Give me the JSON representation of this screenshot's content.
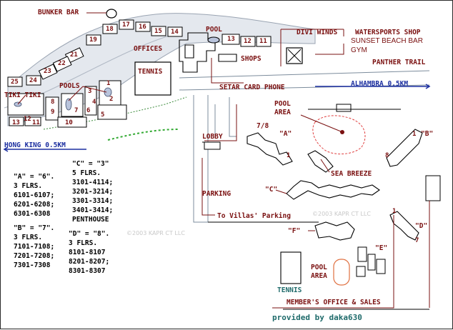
{
  "labels": {
    "bunker_bar": "BUNKER BAR",
    "pool_top": "POOL",
    "divi_winds": "DIVI WINDS",
    "watersports_shop": "WATERSPORTS SHOP",
    "sunset_beach_bar": "SUNSET BEACH BAR",
    "gym": "GYM",
    "offices": "OFFICES",
    "shops": "SHOPS",
    "tennis_top": "TENNIS",
    "panther_trail": "PANTHER TRAIL",
    "setar_card_phone": "SETAR CARD PHONE",
    "alhambra": "ALHAMBRA 0.5KM",
    "pools_left": "POOLS",
    "tiki_tiki": "TIKI TIKI",
    "pool_area": "POOL",
    "pool_area_2": "AREA",
    "lobby": "LOBBY",
    "hong_king": "HONG KING 0.5KM",
    "sea_breeze": "SEA BREEZE",
    "parking": "PARKING",
    "to_villas": "To Villas' Parking",
    "bldg_a": "\"A\"",
    "bldg_b": "\"B\"",
    "bldg_c": "\"C\"",
    "bldg_d": "\"D\"",
    "bldg_e": "\"E\"",
    "bldg_f": "\"F\"",
    "label_78": "7/8",
    "pool_area_low": "POOL",
    "pool_area_low_2": "AREA",
    "tennis_low": "TENNIS",
    "members_office": "MEMBER'S OFFICE & SALES",
    "provided_by": "provided by daka630"
  },
  "unit_numbers": [
    "18",
    "17",
    "16",
    "15",
    "14",
    "19",
    "13",
    "12",
    "11",
    "21",
    "22",
    "23",
    "25",
    "24",
    "1",
    "2",
    "3",
    "4",
    "5",
    "6",
    "7",
    "8",
    "9",
    "10",
    "13",
    "12",
    "11",
    "1",
    "8",
    "7",
    "1"
  ],
  "legend_left": {
    "a_header": "\"A\" = \"6\".",
    "a_floors": "3 FLRS.",
    "a_rooms": [
      "6101-6107;",
      "6201-6208;",
      "6301-6308"
    ],
    "b_header": "\"B\" = \"7\".",
    "b_floors": "3 FLRS.",
    "b_rooms": [
      "7101-7108;",
      "7201-7208;",
      "7301-7308"
    ]
  },
  "legend_right": {
    "c_header": "\"C\" = \"3\"",
    "c_floors": "5 FLRS.",
    "c_rooms": [
      "3101-4114;",
      "3201-3214;",
      "3301-3314;",
      "3401-3414;"
    ],
    "penthouse": "PENTHOUSE",
    "d_header": "\"D\" = \"8\".",
    "d_floors": "3 FLRS.",
    "d_rooms": [
      "8101-8107",
      "8201-8207;",
      "8301-8307"
    ]
  },
  "watermarks": [
    "©2003 KAPR CT LLC",
    "©2003 KAPR CT LLC"
  ],
  "colors": {
    "label_red": "#7a1010",
    "road_blue": "#1c2fa0",
    "beach_green": "#33aa33",
    "pool_orange": "#e07040",
    "credit_teal": "#1f6b6b"
  }
}
